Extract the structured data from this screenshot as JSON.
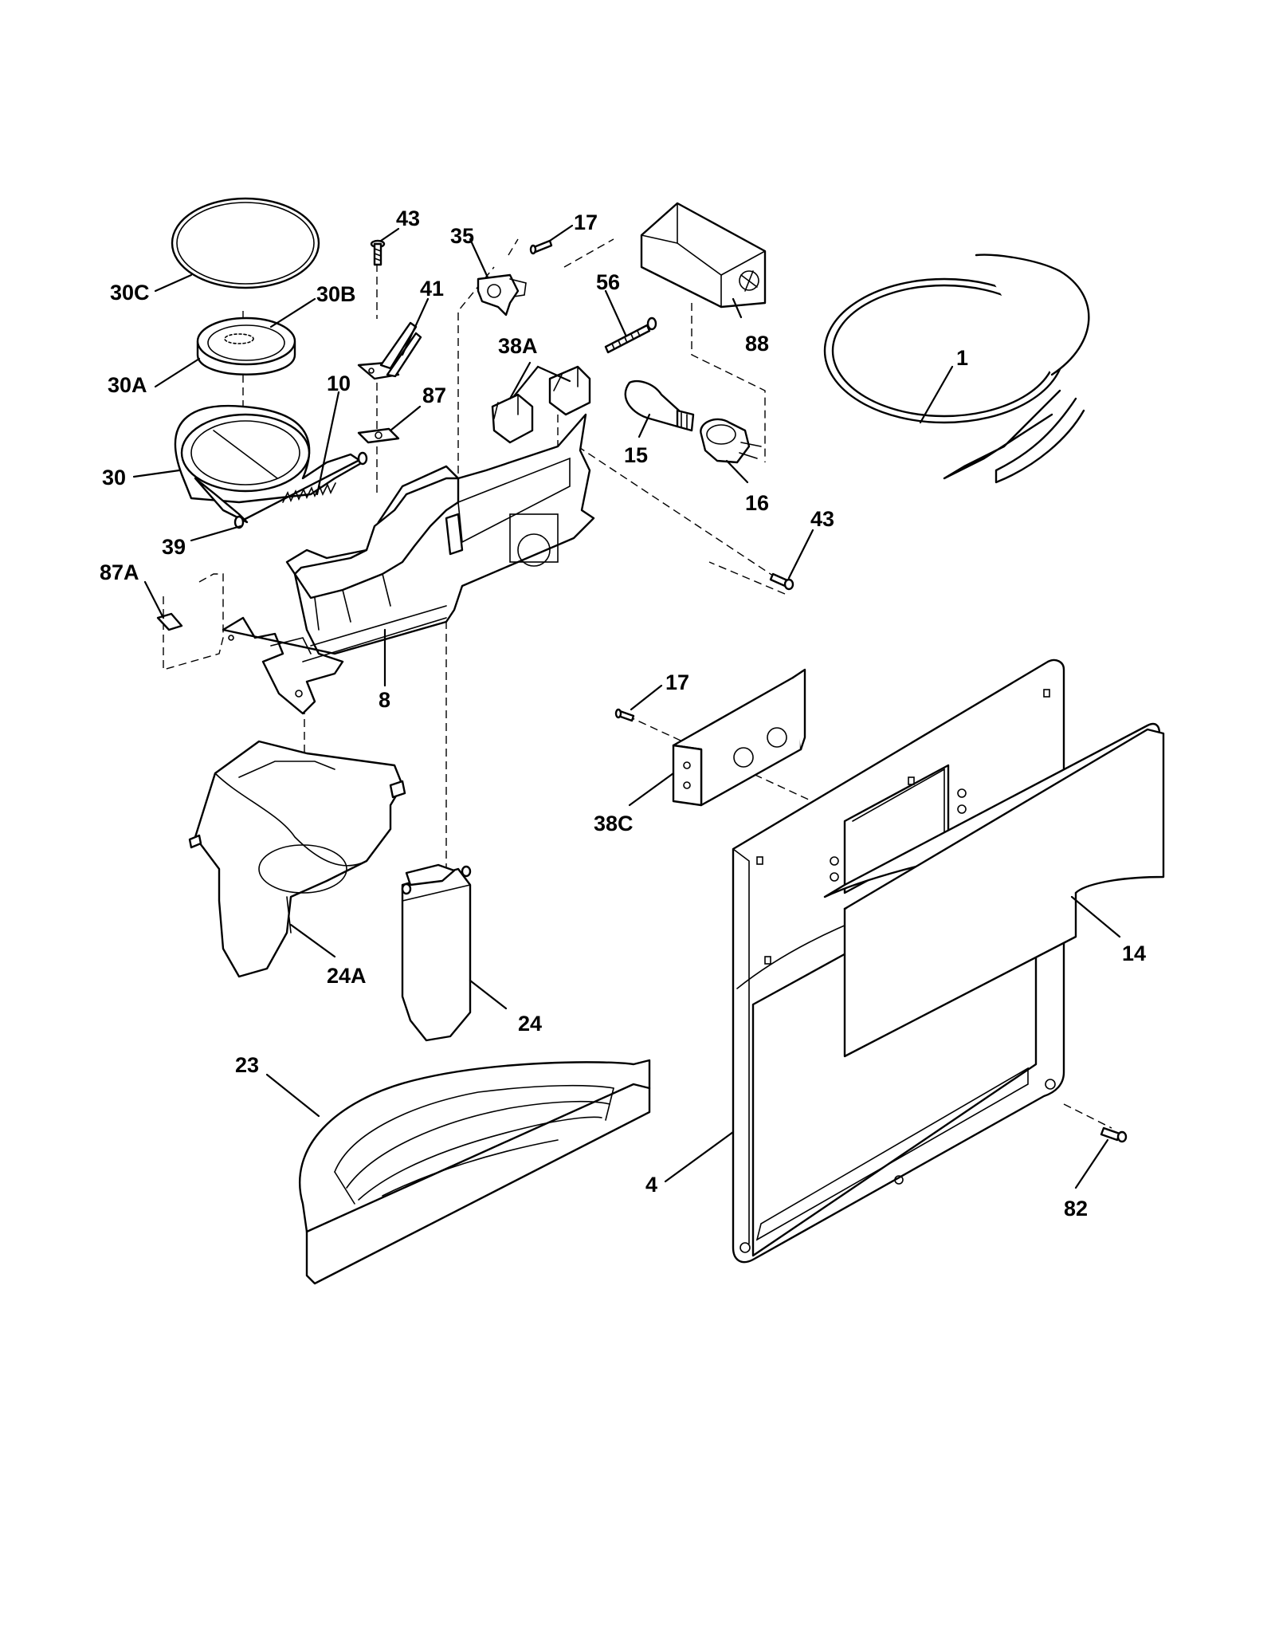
{
  "callouts": {
    "p1": "1",
    "p4": "4",
    "p8": "8",
    "p10": "10",
    "p14": "14",
    "p15": "15",
    "p16": "16",
    "p17_top": "17",
    "p17_mid": "17",
    "p23": "23",
    "p24": "24",
    "p24A": "24A",
    "p30": "30",
    "p30A": "30A",
    "p30B": "30B",
    "p30C": "30C",
    "p35": "35",
    "p38A": "38A",
    "p38C": "38C",
    "p39": "39",
    "p41": "41",
    "p43_top": "43",
    "p43_right": "43",
    "p56": "56",
    "p82": "82",
    "p87": "87",
    "p87A": "87A",
    "p88": "88"
  }
}
